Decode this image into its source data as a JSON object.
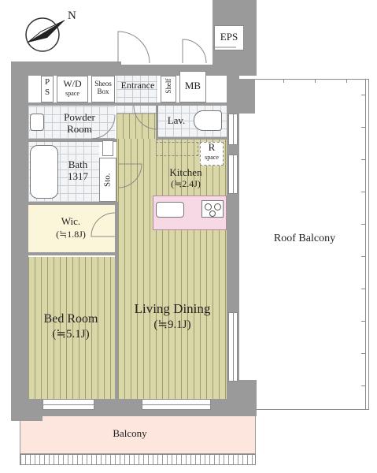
{
  "compass": {
    "north_label": "N"
  },
  "rooms": {
    "eps": "EPS",
    "ps": "P\nS",
    "wd": {
      "title": "W/D",
      "sub": "space"
    },
    "shoes_box": "Sheos\nBox",
    "entrance": "Entrance",
    "shelf": "Shelf",
    "mb": "MB",
    "powder_room": "Powder\nRoom",
    "lav": "Lav.",
    "r_space": {
      "title": "R",
      "sub": "space"
    },
    "bath": "Bath\n1317",
    "sto": "Sto.",
    "kitchen": {
      "title": "Kitchen",
      "size": "(≒2.4J)"
    },
    "wic": {
      "title": "Wic.",
      "size": "(≒1.8J)"
    },
    "roof_balcony": "Roof Balcony",
    "bed_room": {
      "title": "Bed Room",
      "size": "(≒5.1J)"
    },
    "living_dining": {
      "title": "Living Dining",
      "size": "(≒9.1J)"
    },
    "balcony": "Balcony"
  }
}
